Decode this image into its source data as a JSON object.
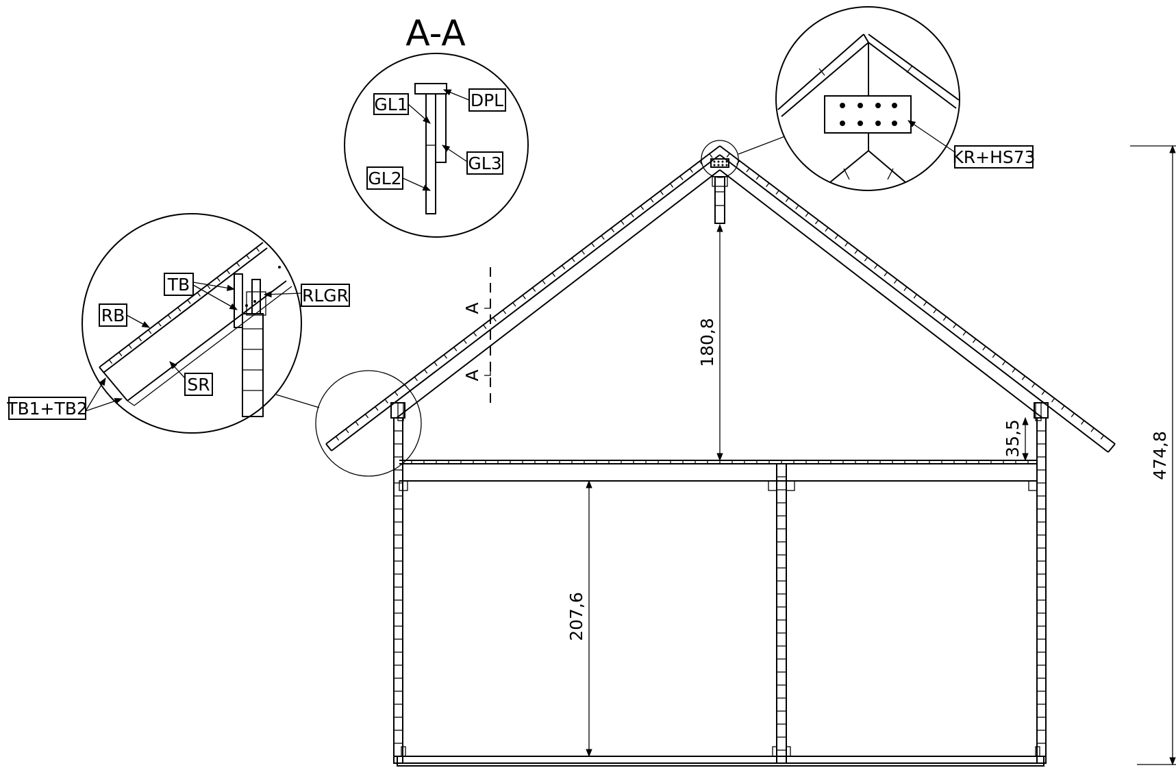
{
  "section_title": "A-A",
  "section_marker": "A",
  "labels": {
    "gl1": "GL1",
    "gl2": "GL2",
    "gl3": "GL3",
    "dpl": "DPL",
    "tb": "TB",
    "rb": "RB",
    "sr": "SR",
    "rlgr": "RLGR",
    "tb1_tb2": "TB1+TB2",
    "kr_hs73": "KR+HS73"
  },
  "dimensions": {
    "attic_height": "180,8",
    "wall_height": "207,6",
    "knee_wall": "35,5",
    "total_height": "474,8"
  }
}
